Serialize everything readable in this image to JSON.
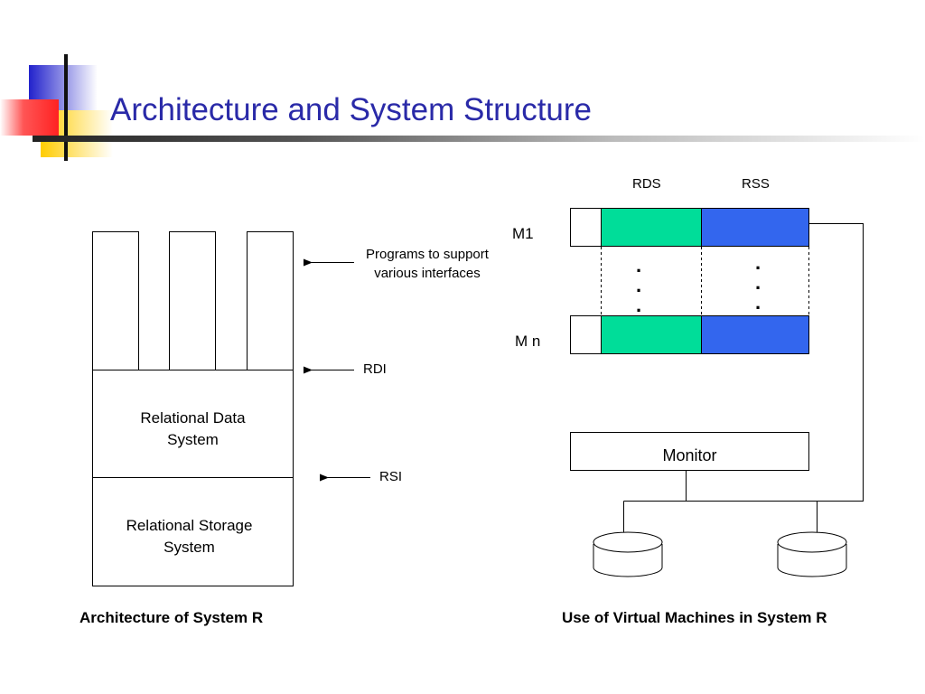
{
  "slide": {
    "title": "Architecture and System Structure",
    "colors": {
      "title": "#2a2aa8",
      "accent_blue": "#3333cc",
      "accent_yellow": "#ffcc00",
      "accent_red": "#ff3333",
      "rds": "#00dd99",
      "rss": "#3366ee"
    }
  },
  "left_diagram": {
    "programs_label": "Programs to support\nvarious interfaces",
    "rdi_label": "RDI",
    "rsi_label": "RSI",
    "rds_box": "Relational Data\nSystem",
    "rss_box": "Relational Storage\nSystem",
    "caption": "Architecture of System R"
  },
  "right_diagram": {
    "col_rds": "RDS",
    "col_rss": "RSS",
    "row_m1": "M1",
    "row_mn": "M n",
    "monitor": "Monitor",
    "caption": "Use of Virtual Machines in System R"
  }
}
